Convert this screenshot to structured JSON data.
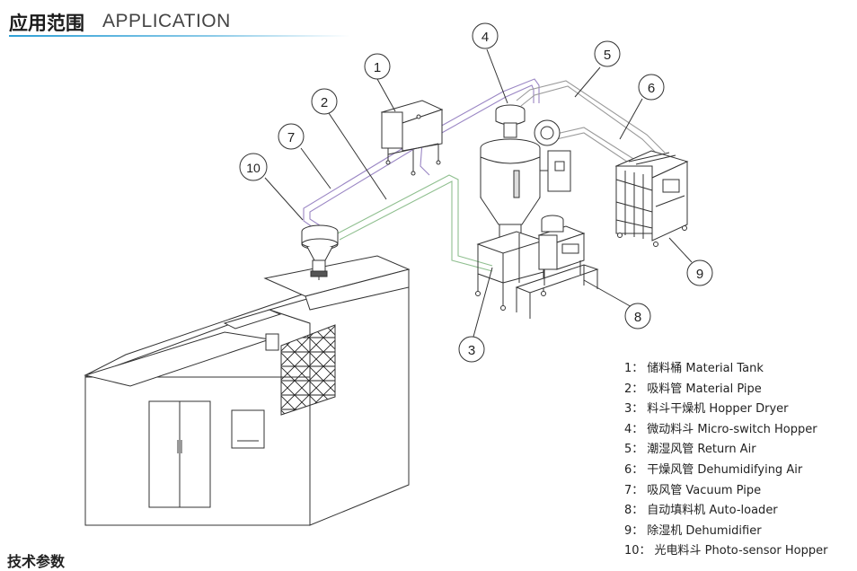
{
  "header": {
    "title_cn": "应用范围",
    "title_en": "APPLICATION"
  },
  "callouts": [
    "1",
    "2",
    "3",
    "4",
    "5",
    "6",
    "7",
    "8",
    "9",
    "10"
  ],
  "legend": [
    {
      "num": "1：",
      "text": "储料桶 Material Tank"
    },
    {
      "num": "2：",
      "text": "吸料管 Material Pipe"
    },
    {
      "num": "3：",
      "text": "料斗干燥机 Hopper Dryer"
    },
    {
      "num": "4：",
      "text": "微动料斗 Micro-switch Hopper"
    },
    {
      "num": "5：",
      "text": "潮湿风管 Return Air"
    },
    {
      "num": "6：",
      "text": "干燥风管 Dehumidifying Air"
    },
    {
      "num": "7：",
      "text": "吸风管 Vacuum Pipe"
    },
    {
      "num": "8：",
      "text": "自动填料机 Auto-loader"
    },
    {
      "num": "9：",
      "text": "除湿机 Dehumidifier"
    },
    {
      "num": "10：",
      "text": "光电料斗 Photo-sensor Hopper"
    }
  ],
  "footer": {
    "partial_heading": "技术参数"
  },
  "colors": {
    "accent": "#2d9fd6",
    "pipe_purple": "#9a86c4",
    "pipe_green": "#8fbf8f",
    "pipe_grey": "#9a9a9a",
    "line": "#333333"
  }
}
